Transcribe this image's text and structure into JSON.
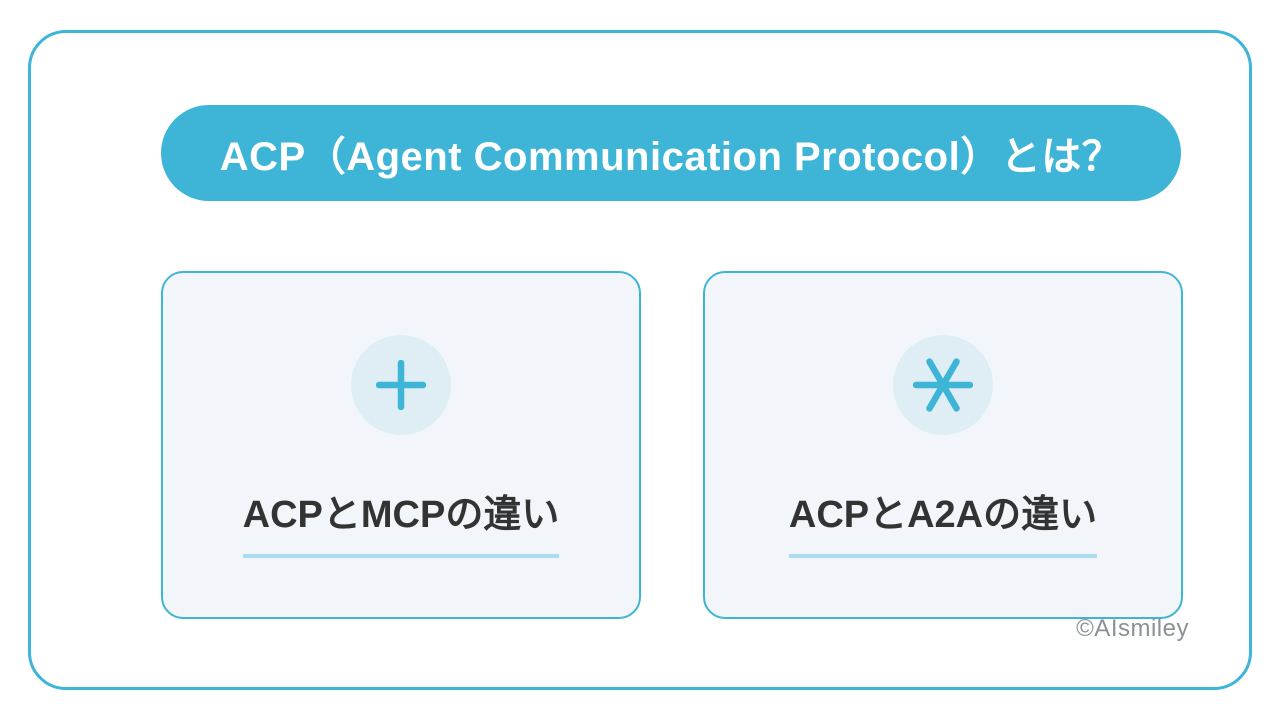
{
  "theme": {
    "accent": "#3eb5d7",
    "card_bg": "#f2f6fa",
    "circle_bg": "#dfedf5",
    "underline": "#a9dcef",
    "dark_text": "#333333",
    "muted_text": "#8c9196",
    "banner_text": "#ffffff",
    "page_bg": "#ffffff"
  },
  "header": {
    "title": "ACP（Agent Communication Protocol）とは？"
  },
  "cards": [
    {
      "icon": "plus-icon",
      "label": "ACPとMCPの違い"
    },
    {
      "icon": "asterisk-icon",
      "label": "ACPとA2Aの違い"
    }
  ],
  "footer": {
    "copyright": "©AIsmiley"
  }
}
